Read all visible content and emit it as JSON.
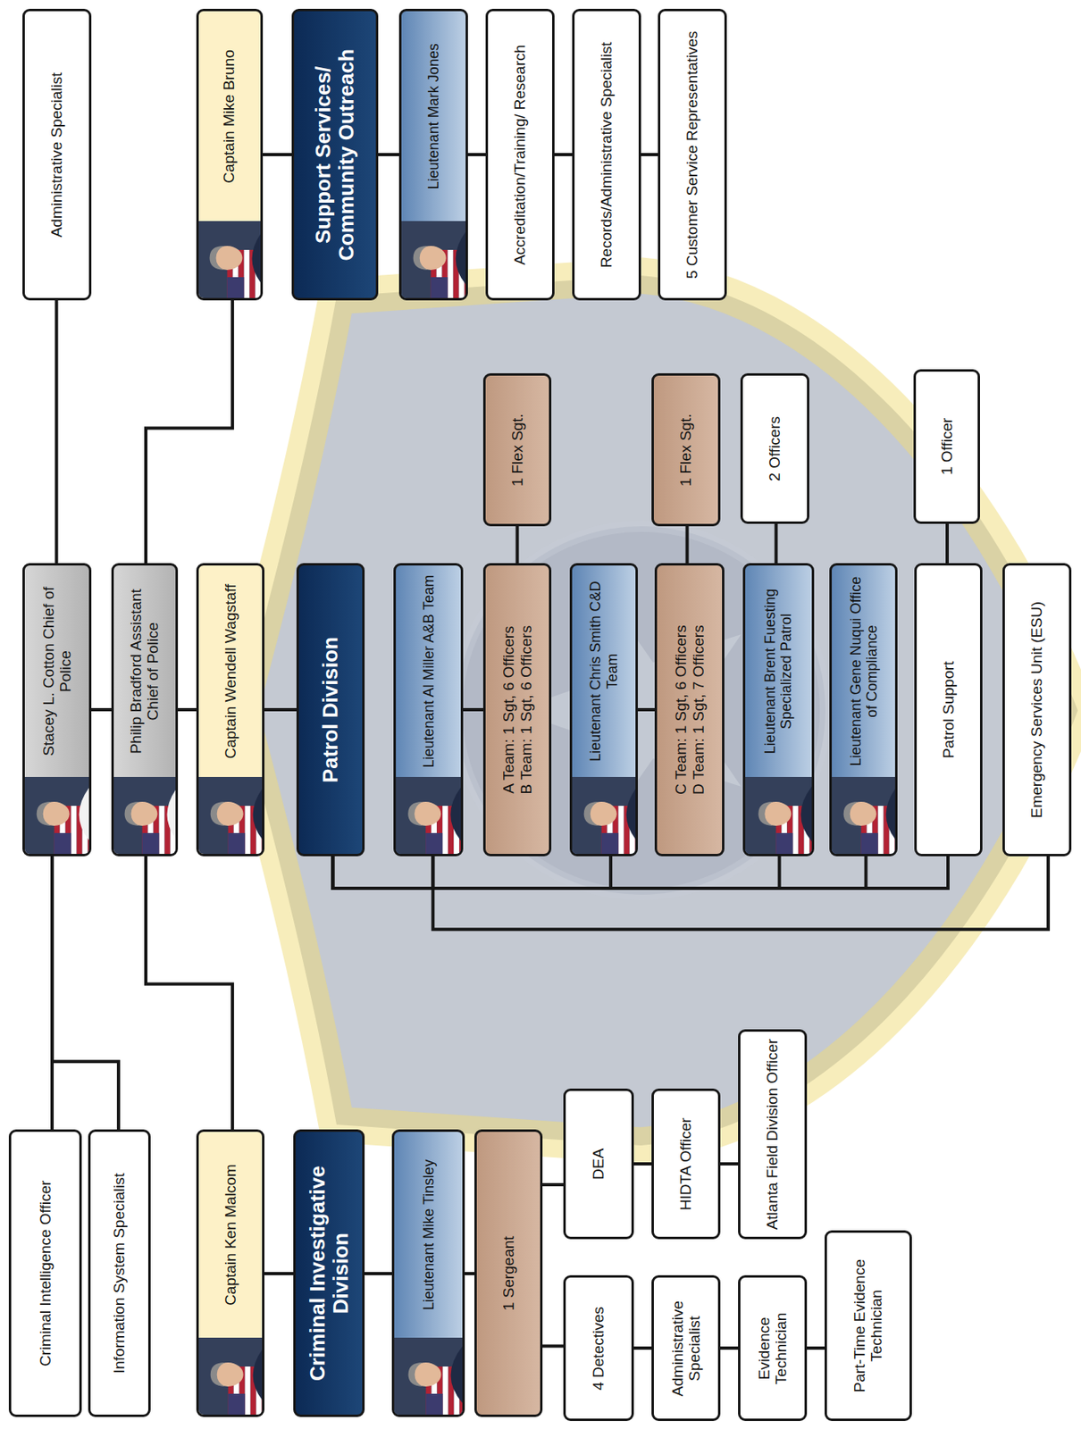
{
  "diagram": {
    "nodes": [
      {
        "text": [
          "Stacey L. Cotton Chief of Police"
        ]
      },
      {
        "text": [
          "Administrative Specialist"
        ]
      },
      {
        "text": [
          "Criminal Intelligence Officer"
        ]
      },
      {
        "text": [
          "Information System Specialist"
        ]
      },
      {
        "text": [
          "Philip Bradford Assistant Chief of Police"
        ]
      },
      {
        "text": [
          "Captain Wendell Wagstaff"
        ]
      },
      {
        "text": [
          "Captain Ken Malcom"
        ]
      },
      {
        "text": [
          "Captain Mike Bruno"
        ]
      },
      {
        "text": [
          "Criminal Investigative Division"
        ]
      },
      {
        "text": [
          "Lieutenant Mike Tinsley"
        ]
      },
      {
        "text": [
          "1 Sergeant"
        ]
      },
      {
        "text": [
          "4 Detectives"
        ]
      },
      {
        "text": [
          "Administrative Specialist"
        ]
      },
      {
        "text": [
          "Evidence Technician"
        ]
      },
      {
        "text": [
          "Part-Time Evidence Technician"
        ]
      },
      {
        "text": [
          "DEA"
        ]
      },
      {
        "text": [
          "HIDTA Officer"
        ]
      },
      {
        "text": [
          "Atlanta Field Division Officer"
        ]
      },
      {
        "text": [
          "Patrol Division"
        ]
      },
      {
        "text": [
          "Lieutenant Al Miller A&B Team"
        ]
      },
      {
        "text": [
          "A Team: 1 Sgt, 6 Officers",
          "B Team: 1 Sgt, 6 Officers"
        ]
      },
      {
        "text": [
          "1 Flex Sgt."
        ]
      },
      {
        "text": [
          "Lieutenant Chris Smith C&D Team"
        ]
      },
      {
        "text": [
          "C Team: 1 Sgt, 6 Officers",
          "D Team: 1 Sgt, 7 Officers"
        ]
      },
      {
        "text": [
          "1 Flex Sgt."
        ]
      },
      {
        "text": [
          "Lieutenant Brent Fuesting Specialized Patrol"
        ]
      },
      {
        "text": [
          "2 Officers"
        ]
      },
      {
        "text": [
          "Lieutenant Gene Nuqui Office of Compliance"
        ]
      },
      {
        "text": [
          "Patrol Support"
        ]
      },
      {
        "text": [
          "1 Officer"
        ]
      },
      {
        "text": [
          "Emergency Services Unit (ESU)"
        ]
      },
      {
        "text": [
          "Support Services/ Community Outreach"
        ]
      },
      {
        "text": [
          "Lieutenant Mark Jones"
        ]
      },
      {
        "text": [
          "Accreditation/Training/ Research"
        ]
      },
      {
        "text": [
          "Records/Administrative Specialist"
        ]
      },
      {
        "text": [
          "5 Customer Service Representatives"
        ]
      }
    ],
    "edges": [
      {
        "from": 0,
        "to": 1,
        "arrow": "none"
      },
      {
        "from": 0,
        "to": 2,
        "arrow": "none"
      },
      {
        "from": 0,
        "to": 3,
        "arrow": "none"
      },
      {
        "from": 0,
        "to": 4,
        "arrow": "none"
      },
      {
        "from": 4,
        "to": 5,
        "arrow": "none"
      },
      {
        "from": 4,
        "to": 6,
        "arrow": "none"
      },
      {
        "from": 4,
        "to": 7,
        "arrow": "none"
      },
      {
        "from": 5,
        "to": 18,
        "arrow": "none"
      },
      {
        "from": 6,
        "to": 8,
        "arrow": "none"
      },
      {
        "from": 8,
        "to": 9,
        "arrow": "none"
      },
      {
        "from": 9,
        "to": 10,
        "arrow": "none"
      },
      {
        "from": 10,
        "to": 11,
        "arrow": "none"
      },
      {
        "from": 11,
        "to": 12,
        "arrow": "none"
      },
      {
        "from": 12,
        "to": 13,
        "arrow": "none"
      },
      {
        "from": 13,
        "to": 14,
        "arrow": "none"
      },
      {
        "from": 10,
        "to": 15,
        "arrow": "none"
      },
      {
        "from": 15,
        "to": 16,
        "arrow": "none"
      },
      {
        "from": 16,
        "to": 17,
        "arrow": "none"
      },
      {
        "from": 18,
        "to": 19,
        "arrow": "none"
      },
      {
        "from": 18,
        "to": 22,
        "arrow": "none"
      },
      {
        "from": 18,
        "to": 25,
        "arrow": "none"
      },
      {
        "from": 18,
        "to": 27,
        "arrow": "none"
      },
      {
        "from": 18,
        "to": 28,
        "arrow": "none"
      },
      {
        "from": 19,
        "to": 30,
        "arrow": "none"
      },
      {
        "from": 19,
        "to": 20,
        "arrow": "none"
      },
      {
        "from": 20,
        "to": 21,
        "arrow": "none"
      },
      {
        "from": 22,
        "to": 23,
        "arrow": "none"
      },
      {
        "from": 23,
        "to": 24,
        "arrow": "none"
      },
      {
        "from": 25,
        "to": 26,
        "arrow": "none"
      },
      {
        "from": 28,
        "to": 29,
        "arrow": "none"
      },
      {
        "from": 7,
        "to": 31,
        "arrow": "none"
      },
      {
        "from": 31,
        "to": 32,
        "arrow": "none"
      },
      {
        "from": 32,
        "to": 33,
        "arrow": "none"
      },
      {
        "from": 33,
        "to": 34,
        "arrow": "none"
      },
      {
        "from": 34,
        "to": 35,
        "arrow": "none"
      }
    ]
  }
}
